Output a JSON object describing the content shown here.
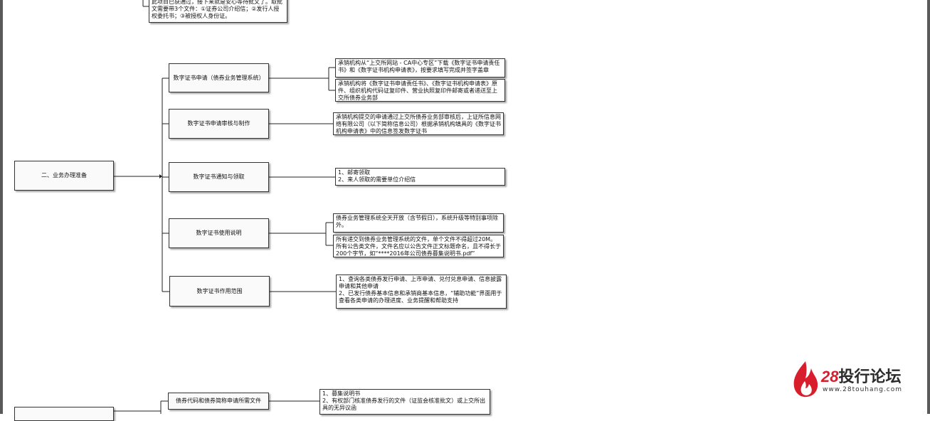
{
  "top_note": "此项目已获通过，接下来就是安心等待批文了。取批文需要带3个文件：①证券公司介绍信；②发行人授权委托书；③被授权人身份证。",
  "root": "二、业务办理准备",
  "branches": [
    {
      "label": "数字证书申请（债券业务管理系统）",
      "notes": [
        "承销机构从“上交所网站 - CA中心专区”下载《数字证书申请责任书》和《数字证书机构申请表》，按要求填写完成并签字盖章",
        "承销机构将《数字证书申请责任书》、《数字证书机构申请表》原件、组织机构代码证复印件、营业执照复印件邮寄或者递送至上交所债券业务部"
      ]
    },
    {
      "label": "数字证书申请审核与制作",
      "notes": [
        "承销机构提交的申请通过上交所债券业务部审核后，上证所信息网络有限公司（以下简称信息公司）根据承销机构填具的《数字证书机构申请表》中的信息签发数字证书"
      ]
    },
    {
      "label": "数字证书通知与领取",
      "notes": [
        "1、邮寄领取\n2、来人领取的需要单位介绍信"
      ]
    },
    {
      "label": "数字证书使用说明",
      "notes": [
        "债券业务管理系统全天开放（含节假日），系统升级等特别事项除外。",
        "所有递交到债券业务管理系统的文件，单个文件不得超过20M。所有公告类文件，文件名应以公告文件正文标题命名，且不得长于200个字节，如“****2016年公司债券募集说明书.pdf”"
      ]
    },
    {
      "label": "数字证书作用范围",
      "notes": [
        "1、查询各类债券发行申请、上市申请、兑付兑息申请、信息披露申请和其他申请\n2、已发行债券基本信息和承销商基本信息，“辅助功能”界面用于查看各类申请的办理进度、业务提醒和帮助支持"
      ]
    }
  ],
  "bottom_branch": {
    "label": "债券代码和债券简称申请所需文件",
    "note": "1、募集说明书\n2、有权部门核准债券发行的文件（证监会核准批文）或上交所出具的无异议函"
  },
  "logo": {
    "num": "28",
    "name": "投行论坛",
    "url": "www.28touhang.com",
    "accent": "#d81e2c"
  }
}
